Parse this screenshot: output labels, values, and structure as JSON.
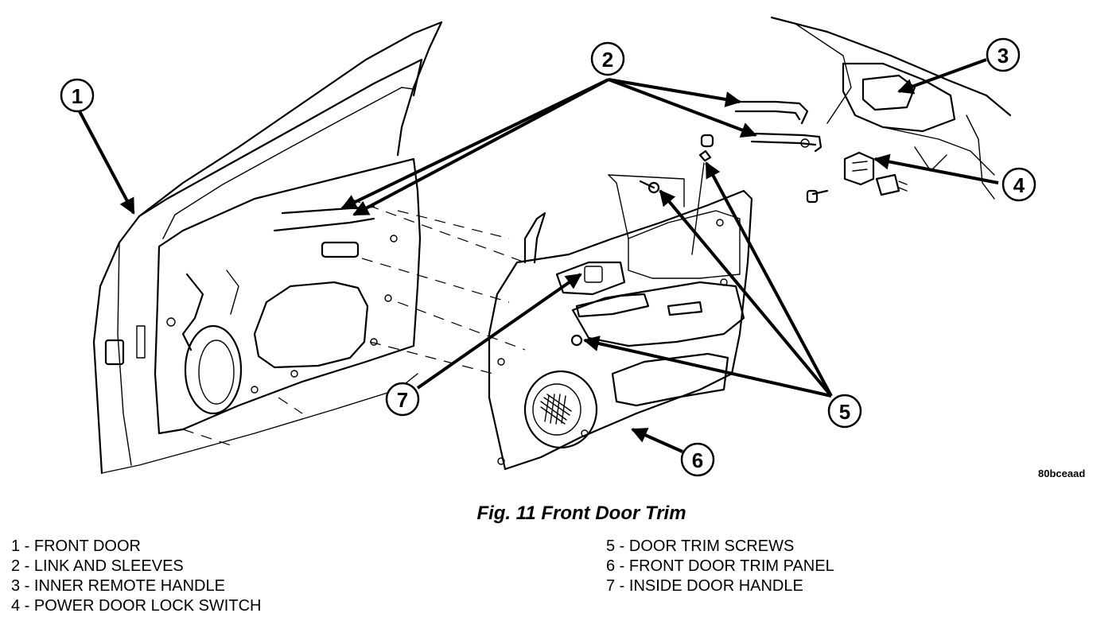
{
  "figure": {
    "code": "80bceaad",
    "caption": "Fig. 11 Front Door Trim"
  },
  "callouts": [
    {
      "number": "1"
    },
    {
      "number": "2"
    },
    {
      "number": "3"
    },
    {
      "number": "4"
    },
    {
      "number": "5"
    },
    {
      "number": "6"
    },
    {
      "number": "7"
    }
  ],
  "legend": [
    {
      "label": "1 - FRONT DOOR"
    },
    {
      "label": "2 - LINK AND SLEEVES"
    },
    {
      "label": "3 - INNER REMOTE HANDLE"
    },
    {
      "label": "4 - POWER DOOR LOCK SWITCH"
    },
    {
      "label": "5 - DOOR TRIM SCREWS"
    },
    {
      "label": "6 - FRONT DOOR TRIM PANEL"
    },
    {
      "label": "7 - INSIDE DOOR HANDLE"
    }
  ]
}
